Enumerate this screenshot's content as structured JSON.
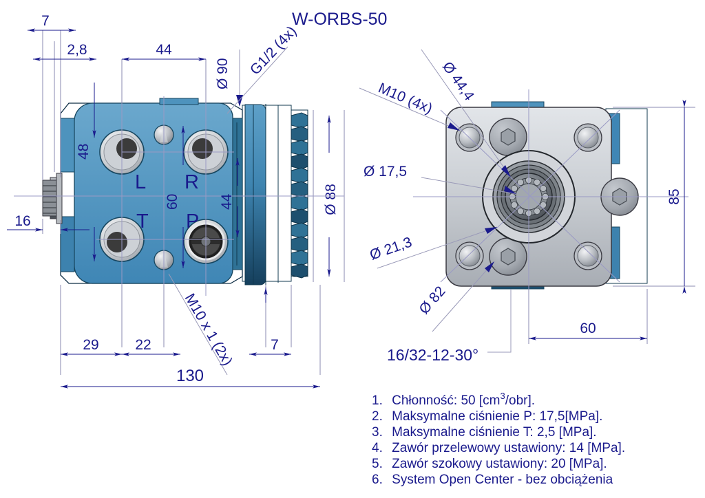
{
  "title": "W-ORBS-50",
  "colors": {
    "dim_blue": "#1a1a8c",
    "body_blue": "#3f86b5",
    "body_blue_dark": "#1d4f६e",
    "flange_gray": "#c9ccd2",
    "plug_gray": "#a7abb2",
    "background": "#ffffff"
  },
  "side_view": {
    "name": "side-view",
    "port_labels": [
      "L",
      "R",
      "T",
      "P"
    ],
    "dimensions": {
      "top": [
        {
          "value": "7",
          "name": "dim-7-top"
        },
        {
          "value": "2,8",
          "name": "dim-2-8-top"
        },
        {
          "value": "44",
          "name": "dim-44-top"
        }
      ],
      "bottom": [
        {
          "value": "29",
          "name": "dim-29-bottom"
        },
        {
          "value": "22",
          "name": "dim-22-bottom"
        },
        {
          "value": "7",
          "name": "dim-7-bottom"
        },
        {
          "value": "130",
          "name": "dim-130-overall"
        }
      ],
      "left": [
        {
          "value": "16",
          "name": "dim-16-shaft"
        }
      ],
      "internal": [
        {
          "value": "48",
          "name": "dim-48-internal"
        },
        {
          "value": "60",
          "name": "dim-60-internal"
        },
        {
          "value": "44",
          "name": "dim-44-internal"
        }
      ],
      "right": [
        {
          "value": "Ø 88",
          "name": "dim-dia-88"
        }
      ]
    },
    "leaders": [
      {
        "value": "Ø 90",
        "name": "label-dia-90"
      },
      {
        "value": "G1/2 (4x)",
        "name": "label-g12-4x"
      },
      {
        "value": "M10 x 1 (2x)",
        "name": "label-m10x1-2x"
      }
    ]
  },
  "front_view": {
    "name": "front-view",
    "leaders": [
      {
        "value": "Ø 44,4",
        "name": "label-dia-44-4"
      },
      {
        "value": "M10  (4x)",
        "name": "label-m10-4x"
      },
      {
        "value": "Ø 17,5",
        "name": "label-dia-17-5"
      },
      {
        "value": "Ø 21,3",
        "name": "label-dia-21-3"
      },
      {
        "value": "Ø 82",
        "name": "label-dia-82"
      },
      {
        "value": "16/32-12-30°",
        "name": "label-spline-spec"
      }
    ],
    "dimensions": {
      "right": [
        {
          "value": "85",
          "name": "dim-85-height"
        }
      ],
      "bottom": [
        {
          "value": "60",
          "name": "dim-60-width"
        }
      ]
    }
  },
  "specs": {
    "name": "specification-list",
    "items": [
      {
        "num": "1.",
        "text_before": "Chłonność: 50 [cm",
        "sup": "3",
        "text_after": "/obr]."
      },
      {
        "num": "2.",
        "text_before": "Maksymalne ciśnienie P: 17,5[MPa].",
        "sup": "",
        "text_after": ""
      },
      {
        "num": "3.",
        "text_before": "Maksymalne ciśnienie T: 2,5 [MPa].",
        "sup": "",
        "text_after": ""
      },
      {
        "num": "4.",
        "text_before": "Zawór przelewowy ustawiony: 14 [MPa].",
        "sup": "",
        "text_after": ""
      },
      {
        "num": "5.",
        "text_before": "Zawór szokowy ustawiony: 20 [MPa].",
        "sup": "",
        "text_after": ""
      },
      {
        "num": "6.",
        "text_before": "System Open Center - bez obciążenia",
        "sup": "",
        "text_after": ""
      }
    ]
  }
}
